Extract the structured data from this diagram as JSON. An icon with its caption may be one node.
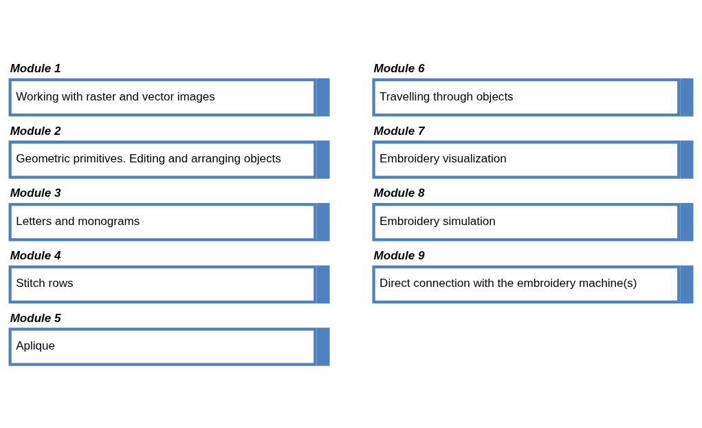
{
  "diagram": {
    "nodes": [
      {
        "text": [
          "Module 1",
          "Working with raster and vector images"
        ]
      },
      {
        "text": [
          "Module 2",
          "Geometric primitives. Editing and arranging objects"
        ]
      },
      {
        "text": [
          "Module 3",
          "Letters and monograms"
        ]
      },
      {
        "text": [
          "Module 4",
          "Stitch rows"
        ]
      },
      {
        "text": [
          "Module 5",
          "Aplique"
        ]
      },
      {
        "text": [
          "Module 6",
          "Travelling through objects"
        ]
      },
      {
        "text": [
          "Module 7",
          "Embroidery visualization"
        ]
      },
      {
        "text": [
          "Module 8",
          "Embroidery simulation"
        ]
      },
      {
        "text": [
          "Module 9",
          "Direct connection with the embroidery machine(s)"
        ]
      }
    ],
    "edges": []
  }
}
